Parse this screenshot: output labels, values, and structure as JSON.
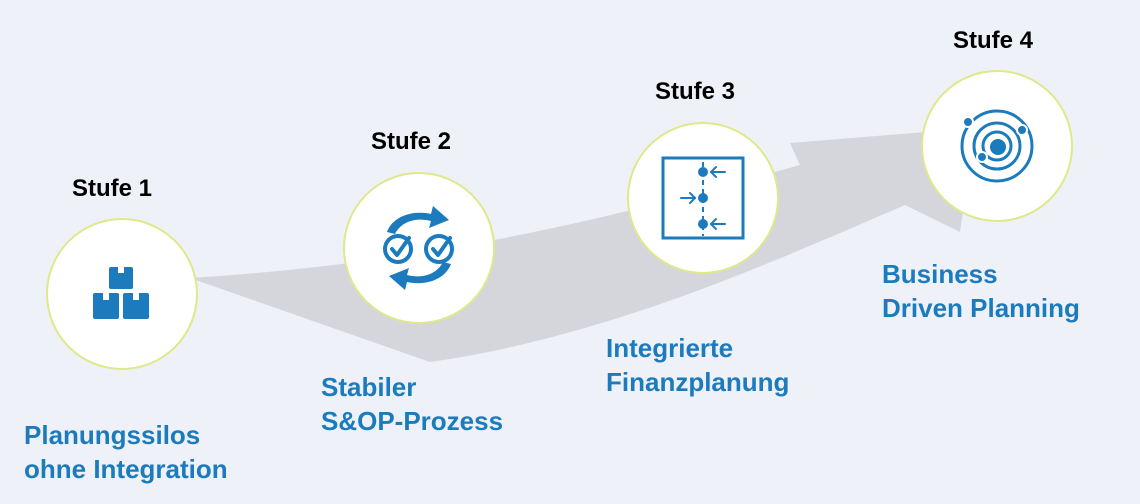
{
  "colors": {
    "background": "#eef1f8",
    "arrow": "#d4d6dc",
    "circle_border": "#dfe88a",
    "icon": "#1b7bbd",
    "label": "#1b7bbd",
    "title": "#000000"
  },
  "stages": [
    {
      "title": "Stufe 1",
      "icon": "boxes-icon",
      "label_lines": [
        "Planungssilos",
        "ohne Integration"
      ]
    },
    {
      "title": "Stufe 2",
      "icon": "cycle-check-icon",
      "label_lines": [
        "Stabiler",
        "S&OP-Prozess"
      ]
    },
    {
      "title": "Stufe 3",
      "icon": "merge-points-icon",
      "label_lines": [
        "Integrierte",
        "Finanzplanung"
      ]
    },
    {
      "title": "Stufe 4",
      "icon": "orbit-icon",
      "label_lines": [
        "Business",
        "Driven Planning"
      ]
    }
  ]
}
